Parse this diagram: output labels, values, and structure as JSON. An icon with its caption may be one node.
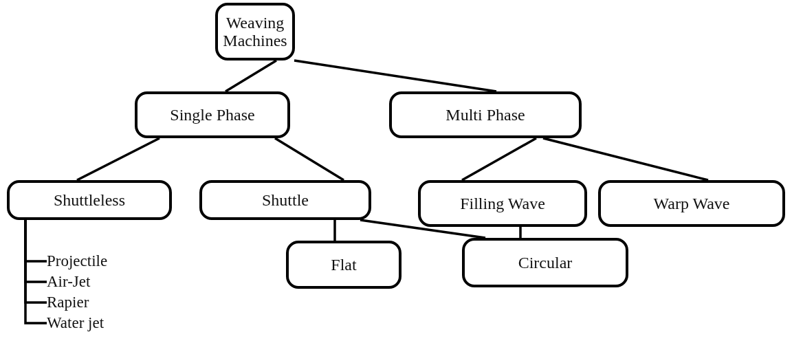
{
  "diagram": {
    "nodes": [
      {
        "text": [
          "Weaving Machines"
        ]
      },
      {
        "text": [
          "Single Phase"
        ]
      },
      {
        "text": [
          "Multi Phase"
        ]
      },
      {
        "text": [
          "Shuttleless"
        ]
      },
      {
        "text": [
          "Shuttle"
        ]
      },
      {
        "text": [
          "Filling Wave"
        ]
      },
      {
        "text": [
          "Warp Wave"
        ]
      },
      {
        "text": [
          "Flat"
        ]
      },
      {
        "text": [
          "Circular"
        ]
      },
      {
        "text": [
          "Projectile"
        ]
      },
      {
        "text": [
          "Air-Jet"
        ]
      },
      {
        "text": [
          "Rapier"
        ]
      },
      {
        "text": [
          "Water jet"
        ]
      }
    ],
    "edges": [
      {
        "from": 0,
        "to": 1,
        "arrow": "none"
      },
      {
        "from": 0,
        "to": 2,
        "arrow": "none"
      },
      {
        "from": 1,
        "to": 3,
        "arrow": "none"
      },
      {
        "from": 1,
        "to": 4,
        "arrow": "none"
      },
      {
        "from": 2,
        "to": 5,
        "arrow": "none"
      },
      {
        "from": 2,
        "to": 6,
        "arrow": "none"
      },
      {
        "from": 3,
        "to": 9,
        "arrow": "none"
      },
      {
        "from": 3,
        "to": 10,
        "arrow": "none"
      },
      {
        "from": 3,
        "to": 11,
        "arrow": "none"
      },
      {
        "from": 3,
        "to": 12,
        "arrow": "none"
      },
      {
        "from": 4,
        "to": 7,
        "arrow": "none"
      },
      {
        "from": 4,
        "to": 8,
        "arrow": "none"
      },
      {
        "from": 5,
        "to": 8,
        "arrow": "none"
      }
    ]
  }
}
